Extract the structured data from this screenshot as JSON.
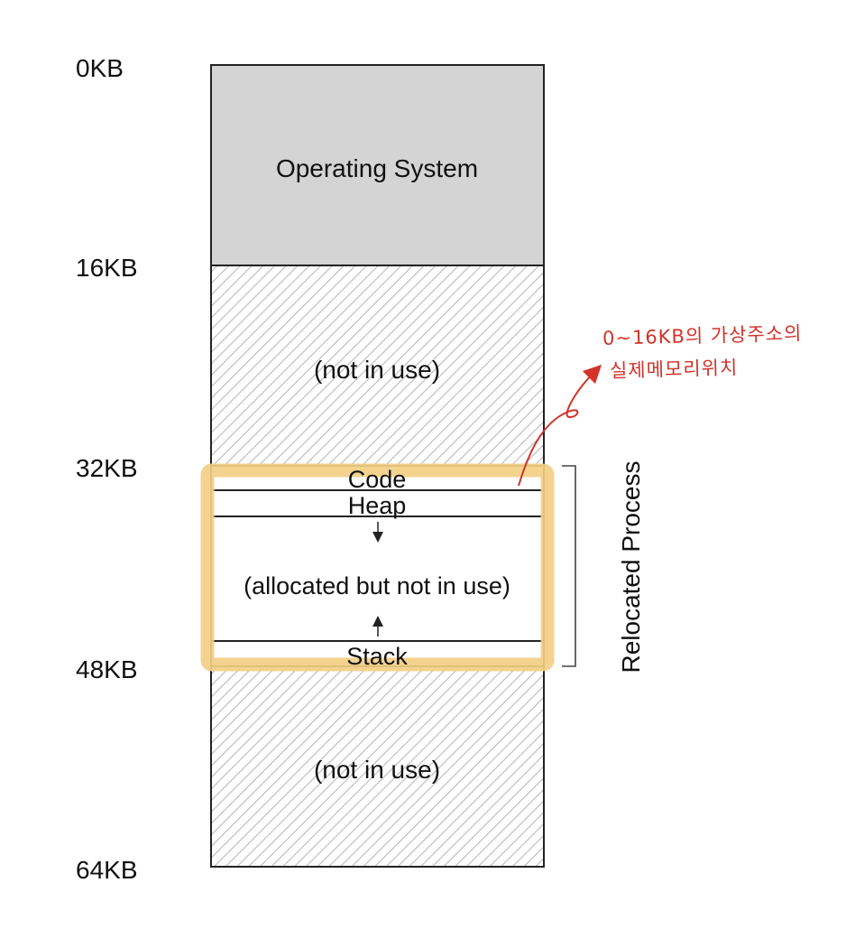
{
  "addresses": [
    "0KB",
    "16KB",
    "32KB",
    "48KB",
    "64KB"
  ],
  "segments": {
    "operating_system": "Operating System",
    "not_in_use_upper": "(not in use)",
    "code": "Code",
    "heap": "Heap",
    "allocated": "(allocated but not in use)",
    "stack": "Stack",
    "not_in_use_lower": "(not in use)"
  },
  "bracket_label": "Relocated Process",
  "annotation": {
    "line1": "0~16KB의 가상주소의",
    "line2": "실제메모리위치"
  },
  "colors": {
    "os_fill": "#d4d4d4",
    "hatch": "#b9b9b9",
    "highlight": "#f3cf85",
    "annotation": "#d2332a"
  }
}
